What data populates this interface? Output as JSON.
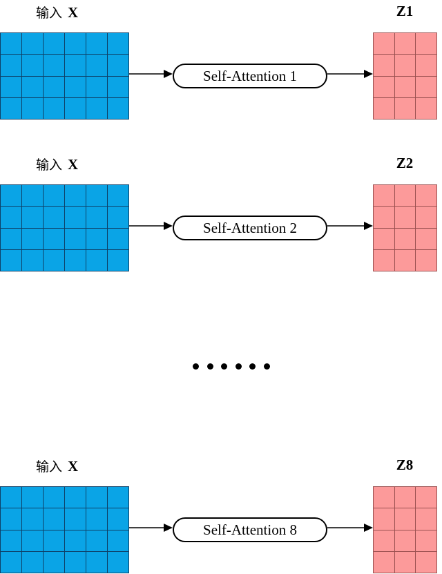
{
  "heads": [
    {
      "input_label_zh": "输入",
      "input_label_x": "X",
      "attention_label": "Self-Attention 1",
      "output_label": "Z1"
    },
    {
      "input_label_zh": "输入",
      "input_label_x": "X",
      "attention_label": "Self-Attention 2",
      "output_label": "Z2"
    },
    {
      "input_label_zh": "输入",
      "input_label_x": "X",
      "attention_label": "Self-Attention 8",
      "output_label": "Z8"
    }
  ],
  "ellipsis_dot_count": 6,
  "input_matrix": {
    "rows": 4,
    "cols": 6,
    "color": "#0aa4e6"
  },
  "output_matrix": {
    "rows": 4,
    "cols": 3,
    "color": "#fc9a9a"
  }
}
